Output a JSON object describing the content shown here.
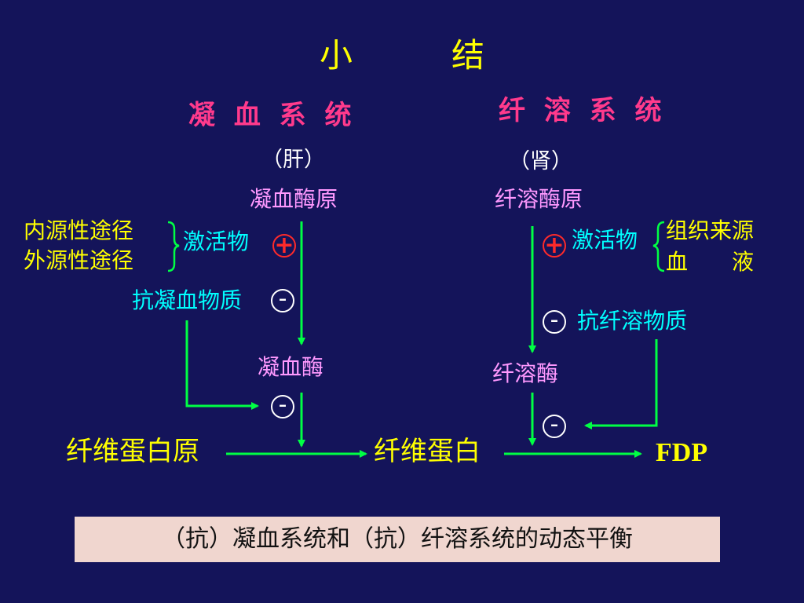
{
  "title": "小　　　结",
  "left": {
    "system": "凝 血 系 统",
    "organ": "（肝）",
    "precursor": "凝血酶原",
    "pathway_intrinsic": "内源性途径",
    "pathway_extrinsic": "外源性途径",
    "activator": "激活物",
    "inhibitor": "抗凝血物质",
    "enzyme": "凝血酶"
  },
  "right": {
    "system": "纤 溶 系 统",
    "organ": "（肾）",
    "precursor": "纤溶酶原",
    "activator": "激活物",
    "source_tissue": "组织来源",
    "source_blood": "血　　液",
    "inhibitor": "抗纤溶物质",
    "enzyme": "纤溶酶"
  },
  "bottom": {
    "fibrinogen": "纤维蛋白原",
    "fibrin": "纤维蛋白",
    "fdp": "FDP"
  },
  "signs": {
    "plus": "+",
    "minus": "-"
  },
  "footer": "（抗）凝血系统和（抗）纤溶系统的动态平衡",
  "colors": {
    "background": "#14145a",
    "title": "#ffff00",
    "system": "#ff3a8c",
    "arrow": "#00ff44",
    "plus": "#ff2a2a"
  }
}
